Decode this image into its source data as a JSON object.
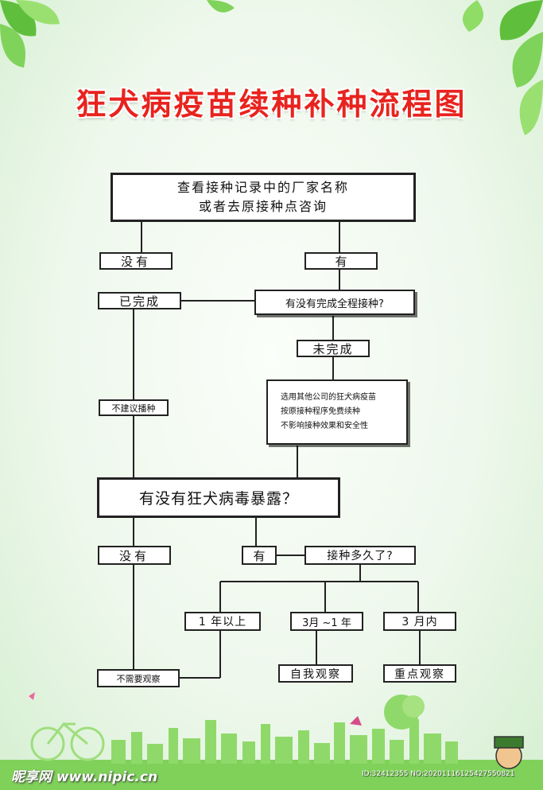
{
  "title": "狂犬病疫苗续种补种流程图",
  "boxes": {
    "check_record_line1": "查看接种记录中的厂家名称",
    "check_record_line2": "或者去原接种点咨询",
    "no_1": "没有",
    "yes_1": "有",
    "completed": "已完成",
    "full_course_question": "有没有完成全程接种?",
    "not_completed": "未完成",
    "other_brand_line1": "选用其他公司的狂犬病疫苗",
    "other_brand_line2": "按原接种程序免费续种",
    "other_brand_line3": "不影响接种效果和安全性",
    "not_recommended": "不建议播种",
    "exposure_question": "有没有狂犬病毒暴露？",
    "no_2": "没有",
    "yes_2": "有",
    "how_long_question": "接种多久了?",
    "over_one_year": "1 年以上",
    "three_months_to_year": "3月 ~1 年",
    "within_three_months": "3 月内",
    "no_need_observe": "不需要观察",
    "self_observe": "自我观察",
    "key_observe": "重点观察"
  },
  "footer": {
    "logo": "昵享网 www.nipic.cn",
    "id_text": "ID:32412355 NO:20201116125427550821"
  },
  "colors": {
    "title": "#e8231e",
    "leaf": "#6cc94a",
    "city": "#7fd15a"
  }
}
